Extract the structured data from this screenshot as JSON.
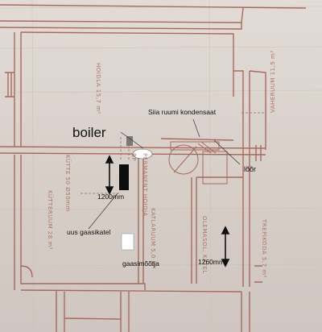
{
  "annotations": {
    "boiler": "boiler",
    "kondensaat": "Siia ruumi kondensaat",
    "loor": "lõõr",
    "dim_1200": "1200mm",
    "uus_gaasikatel": "uus gaasikatel",
    "gaasimootja": "gaasimõõtja",
    "dim_1260": "1260mm"
  },
  "pencil_labels": {
    "hoidla": "HOIDLA 15,7 m²",
    "vaherum": "VAHERUUM 11,5 m²",
    "kutteruum": "KÜTTERUUM 28 m²",
    "katlaruum": "KATLARUUM 5,0 m²",
    "olemasolev": "OLEMASOL. KATEL",
    "trepikoda": "TREPIKODA 5,7 m²",
    "permanent": "PERMANENT HOIDJA",
    "kuuttele": "KÜTTE 50 Ø50mm",
    "bp": "BP"
  },
  "colors": {
    "paper": "#d8cfc8",
    "pencil": "#a86a5c",
    "ink": "#111111"
  }
}
